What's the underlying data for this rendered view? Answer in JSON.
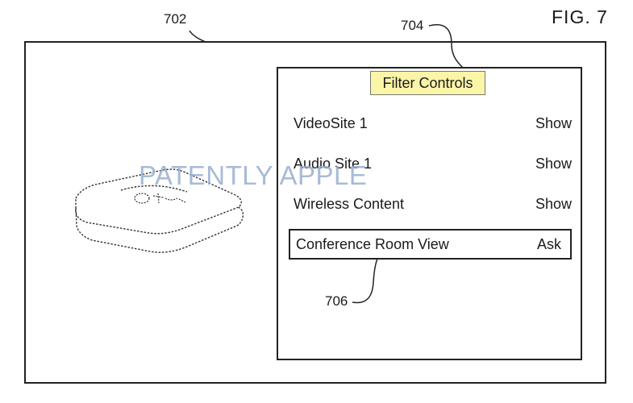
{
  "figure": {
    "label": "FIG. 7",
    "refs": {
      "screen": "702",
      "panel": "704",
      "highlight": "706"
    }
  },
  "filter_panel": {
    "title": "Filter Controls",
    "rows": [
      {
        "name": "VideoSite 1",
        "value": "Show"
      },
      {
        "name": "Audio Site 1",
        "value": "Show"
      },
      {
        "name": "Wireless Content",
        "value": "Show"
      },
      {
        "name": "Conference Room View",
        "value": "Ask"
      }
    ]
  },
  "device": {
    "icon": "set-top-box-icon"
  },
  "watermark": {
    "text": "PATENTLY APPLE"
  },
  "colors": {
    "title_highlight": "#fbf5a8",
    "watermark": "#9aaed0"
  }
}
